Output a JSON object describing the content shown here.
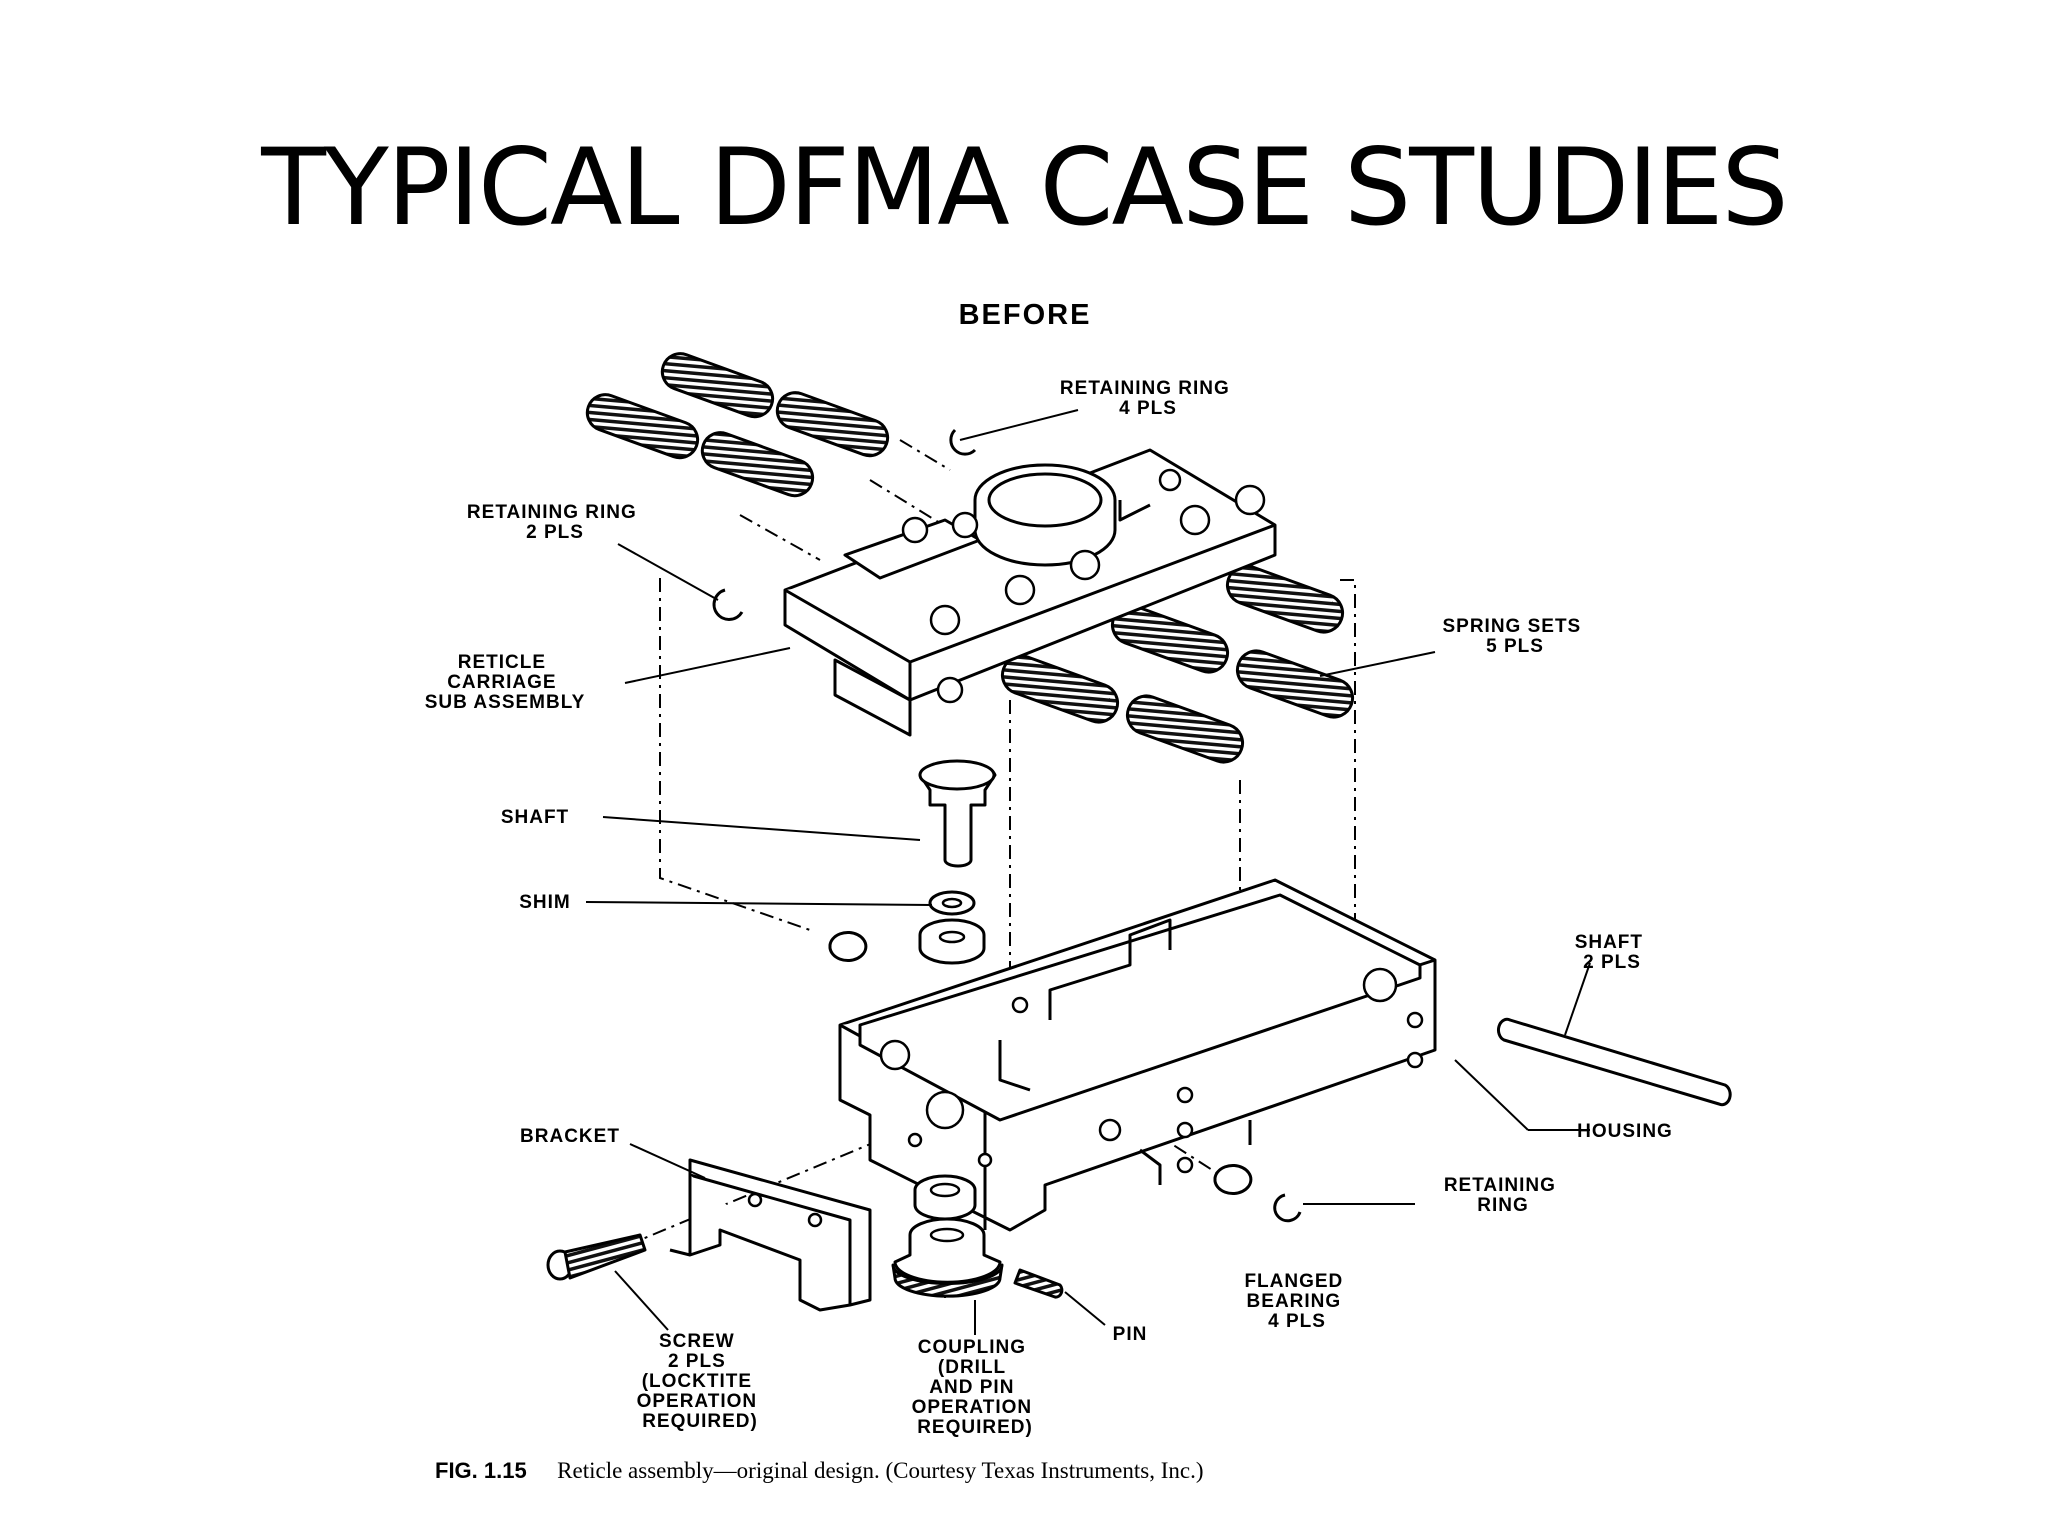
{
  "slide": {
    "title": "TYPICAL DFMA CASE STUDIES"
  },
  "figure": {
    "heading": "BEFORE",
    "caption_number": "FIG. 1.15",
    "caption_text": "Reticle assembly—original design. (Courtesy Texas Instruments, Inc.)",
    "labels": {
      "retaining_ring_4": [
        "RETAINING RING",
        "4 PLS"
      ],
      "retaining_ring_2": [
        "RETAINING RING",
        "2 PLS"
      ],
      "reticle_carriage": [
        "RETICLE",
        "CARRIAGE",
        "SUB ASSEMBLY"
      ],
      "spring_sets": [
        "SPRING SETS",
        "5 PLS"
      ],
      "shaft": "SHAFT",
      "shim": "SHIM",
      "shaft_2": [
        "SHAFT",
        "2 PLS"
      ],
      "housing": "HOUSING",
      "bracket": "BRACKET",
      "retaining_ring_1": [
        "RETAINING",
        "RING"
      ],
      "flanged_bearing": [
        "FLANGED",
        "BEARING",
        "4 PLS"
      ],
      "screw": [
        "SCREW",
        "2 PLS",
        "(LOCKTITE",
        "OPERATION",
        "REQUIRED)"
      ],
      "coupling": [
        "COUPLING",
        "(DRILL",
        "AND PIN",
        "OPERATION",
        "REQUIRED)"
      ],
      "pin": "PIN"
    }
  }
}
